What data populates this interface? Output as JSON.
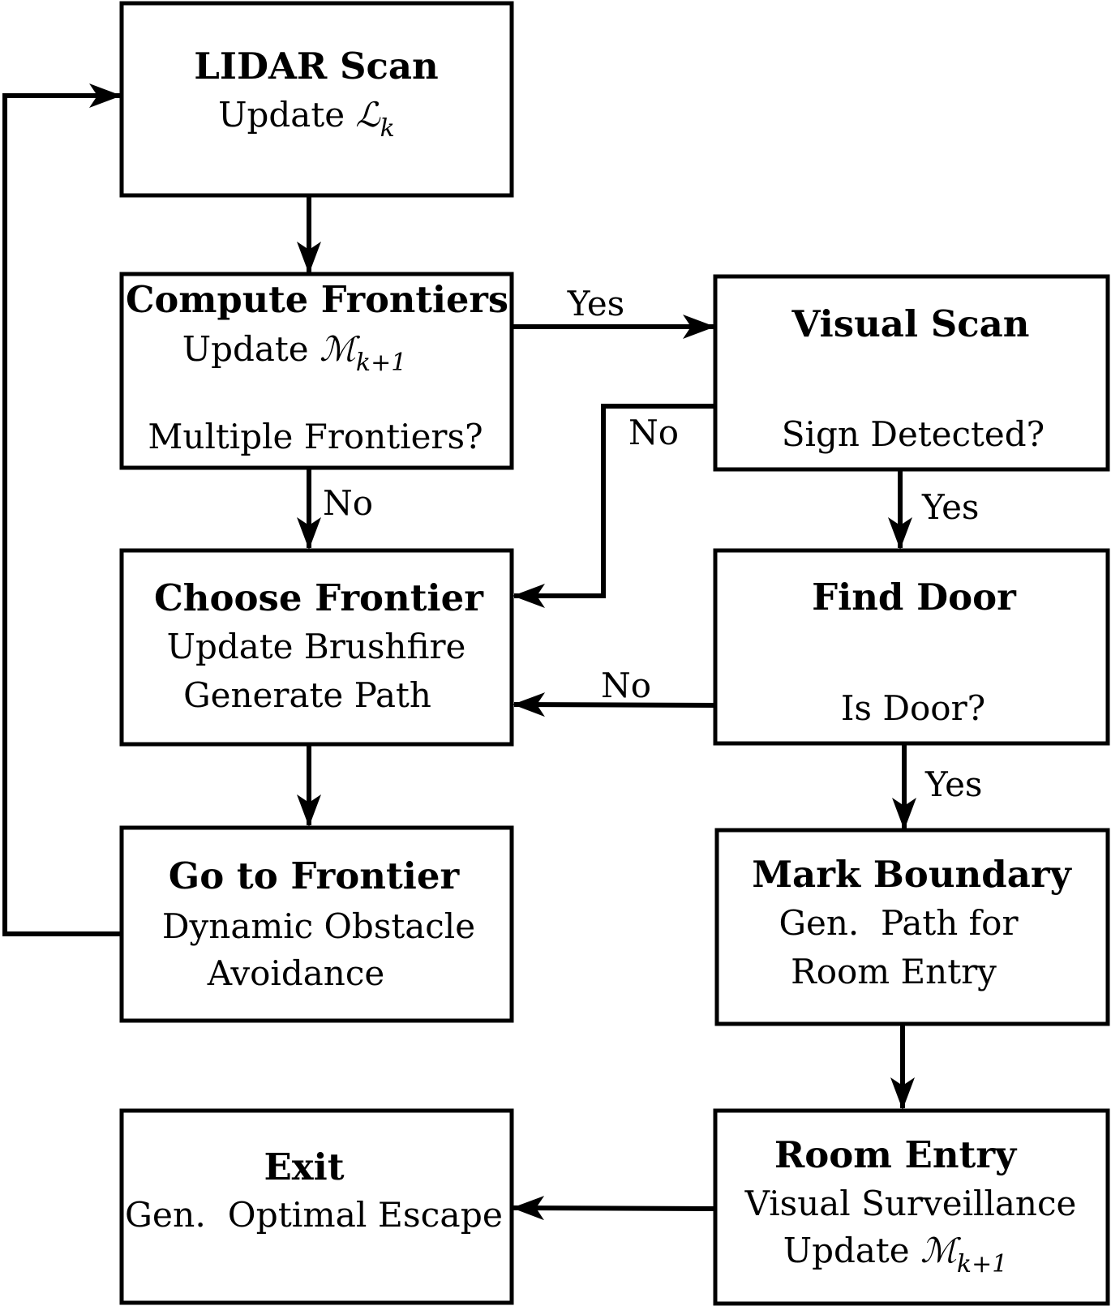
{
  "nodes": {
    "lidar_scan": {
      "title": "LIDAR Scan",
      "line1": "Update ",
      "sym": "ℒ",
      "sub": "k"
    },
    "compute_frontiers": {
      "title": "Compute Frontiers",
      "line1": "Update ",
      "sym": "ℳ",
      "sub": "k+1",
      "question": "Multiple Frontiers?"
    },
    "visual_scan": {
      "title": "Visual Scan",
      "question": "Sign Detected?"
    },
    "choose_frontier": {
      "title": "Choose Frontier",
      "line1": "Update Brushfire",
      "line2": "Generate Path"
    },
    "find_door": {
      "title": "Find Door",
      "question": "Is Door?"
    },
    "go_to_frontier": {
      "title": "Go to Frontier",
      "line1": "Dynamic Obstacle",
      "line2": "Avoidance"
    },
    "mark_boundary": {
      "title": "Mark Boundary",
      "line1": "Gen.  Path for",
      "line2": "Room Entry"
    },
    "exit": {
      "title": "Exit",
      "line1": "Gen.  Optimal Escape"
    },
    "room_entry": {
      "title": "Room Entry",
      "line1": "Visual Surveillance",
      "line2": "Update ",
      "sym": "ℳ",
      "sub": "k+1"
    }
  },
  "edge_labels": {
    "frontiers_to_visual": "Yes",
    "frontiers_to_choose": "No",
    "visual_to_choose": "No",
    "visual_to_door": "Yes",
    "door_to_choose": "No",
    "door_to_mark": "Yes"
  }
}
